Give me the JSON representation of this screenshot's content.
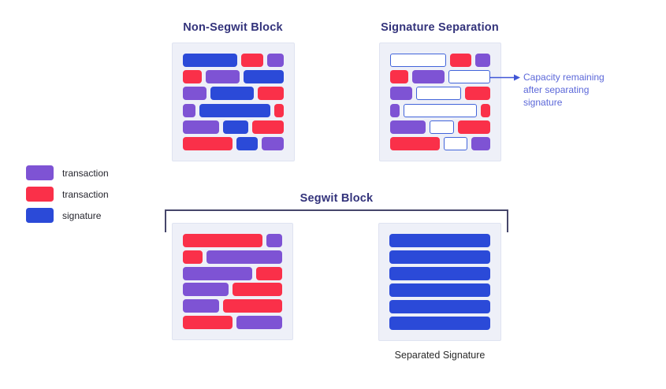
{
  "titles": {
    "non_segwit": "Non-Segwit Block",
    "signature_separation": "Signature Separation",
    "segwit": "Segwit Block"
  },
  "labels": {
    "separated_signature": "Separated Signature"
  },
  "annotation": {
    "text": "Capacity remaining\nafter separating\nsignature"
  },
  "legend": {
    "items": [
      {
        "color_key": "purple",
        "label": "transaction"
      },
      {
        "color_key": "red",
        "label": "transaction"
      },
      {
        "color_key": "blue",
        "label": "signature"
      }
    ]
  },
  "colors": {
    "purple": "#7e53d4",
    "red": "#fa3049",
    "blue": "#2b4ad8",
    "whitefill": "#ffffff",
    "whiteborder": "#4164da",
    "boxbg": "#eef0f8",
    "boxborder": "#dfe3f1",
    "title": "#33337b",
    "annotation": "#5c68d9",
    "bracket": "#46466a",
    "arrow": "#4156d6"
  },
  "blocks": {
    "non_segwit": {
      "rows": [
        [
          {
            "c": "blue",
            "w": 70
          },
          {
            "c": "red",
            "w": 28
          },
          {
            "c": "purple",
            "w": 21
          }
        ],
        [
          {
            "c": "red",
            "w": 25
          },
          {
            "c": "purple",
            "w": 44
          },
          {
            "c": "blue",
            "w": 52
          }
        ],
        [
          {
            "c": "purple",
            "w": 30
          },
          {
            "c": "blue",
            "w": 55
          },
          {
            "c": "red",
            "w": 33
          }
        ],
        [
          {
            "c": "purple",
            "w": 16
          },
          {
            "c": "blue",
            "w": 93
          },
          {
            "c": "red",
            "w": 12
          }
        ],
        [
          {
            "c": "purple",
            "w": 46
          },
          {
            "c": "blue",
            "w": 33
          },
          {
            "c": "red",
            "w": 40
          }
        ],
        [
          {
            "c": "red",
            "w": 64
          },
          {
            "c": "blue",
            "w": 27
          },
          {
            "c": "purple",
            "w": 28
          }
        ]
      ]
    },
    "signature_separation": {
      "rows": [
        [
          {
            "c": "white",
            "w": 66
          },
          {
            "c": "red",
            "w": 26
          },
          {
            "c": "purple",
            "w": 18
          }
        ],
        [
          {
            "c": "red",
            "w": 23
          },
          {
            "c": "purple",
            "w": 40
          },
          {
            "c": "white",
            "w": 50
          }
        ],
        [
          {
            "c": "purple",
            "w": 28
          },
          {
            "c": "white",
            "w": 54
          },
          {
            "c": "red",
            "w": 32
          }
        ],
        [
          {
            "c": "purple",
            "w": 12
          },
          {
            "c": "white",
            "w": 92
          },
          {
            "c": "red",
            "w": 12
          }
        ],
        [
          {
            "c": "purple",
            "w": 43
          },
          {
            "c": "white",
            "w": 28
          },
          {
            "c": "red",
            "w": 40
          }
        ],
        [
          {
            "c": "red",
            "w": 62
          },
          {
            "c": "white",
            "w": 27
          },
          {
            "c": "purple",
            "w": 24
          }
        ]
      ]
    },
    "segwit_transactions": {
      "rows": [
        [
          {
            "c": "red",
            "w": 101
          },
          {
            "c": "purple",
            "w": 20
          }
        ],
        [
          {
            "c": "red",
            "w": 25
          },
          {
            "c": "purple",
            "w": 97
          }
        ],
        [
          {
            "c": "purple",
            "w": 89
          },
          {
            "c": "red",
            "w": 34
          }
        ],
        [
          {
            "c": "purple",
            "w": 58
          },
          {
            "c": "red",
            "w": 64
          }
        ],
        [
          {
            "c": "purple",
            "w": 46
          },
          {
            "c": "red",
            "w": 76
          }
        ],
        [
          {
            "c": "red",
            "w": 63
          },
          {
            "c": "purple",
            "w": 58
          }
        ]
      ]
    },
    "separated_signature": {
      "rows": [
        [
          {
            "c": "blue",
            "w": 100
          }
        ],
        [
          {
            "c": "blue",
            "w": 100
          }
        ],
        [
          {
            "c": "blue",
            "w": 100
          }
        ],
        [
          {
            "c": "blue",
            "w": 100
          }
        ],
        [
          {
            "c": "blue",
            "w": 100
          }
        ],
        [
          {
            "c": "blue",
            "w": 100
          }
        ]
      ]
    }
  }
}
